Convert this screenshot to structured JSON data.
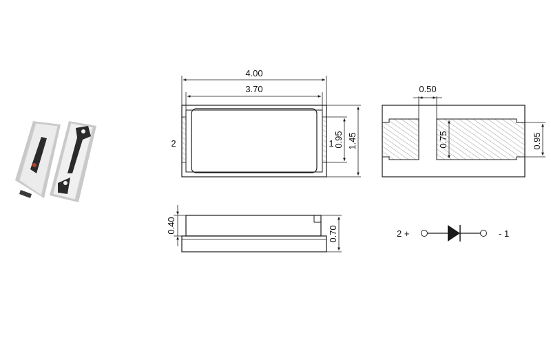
{
  "colors": {
    "line": "#1a1a1a",
    "hatch": "#9a9a9a",
    "led_body": "#e9e9e9",
    "led_shadow": "#c9c9c9",
    "led_pad": "#2a2a2a",
    "led_dot": "#b5402f"
  },
  "top_view": {
    "dim_length": "4.00",
    "dim_inner_length": "3.70",
    "dim_height_inner": "0.95",
    "dim_height_total": "1.45",
    "pin_left": "2",
    "pin_right": "1"
  },
  "bottom_view": {
    "dim_gap": "0.50",
    "dim_pad_height": "0.75",
    "dim_height": "0.95"
  },
  "side_view": {
    "dim_lens": "0.40",
    "dim_total": "0.70"
  },
  "symbol": {
    "anode_label": "2 +",
    "cathode_label": "- 1"
  },
  "icons": {
    "photo": "led-component-photo",
    "diode": "diode-symbol-icon"
  }
}
